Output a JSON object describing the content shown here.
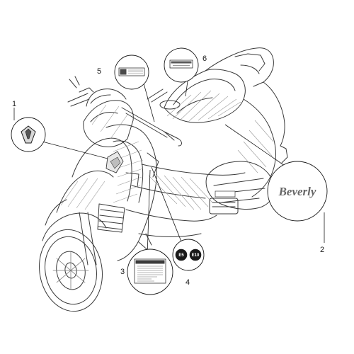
{
  "diagram": {
    "callouts": [
      {
        "id": "callout-1",
        "number": "1",
        "label_icon": "manufacturer-emblem-icon"
      },
      {
        "id": "callout-2",
        "number": "2",
        "brand_text": "Beverly"
      },
      {
        "id": "callout-3",
        "number": "3",
        "label_icon": "warning-label-icon"
      },
      {
        "id": "callout-4",
        "number": "4",
        "badges": [
          "E5",
          "E10"
        ]
      },
      {
        "id": "callout-5",
        "number": "5",
        "label_icon": "tire-pressure-label-icon"
      },
      {
        "id": "callout-6",
        "number": "6",
        "label_icon": "brand-plate-icon"
      }
    ],
    "colors": {
      "line": "#3a3a3a",
      "hatch": "#9a9a9a",
      "badge_fill": "#1a1a1a"
    }
  }
}
